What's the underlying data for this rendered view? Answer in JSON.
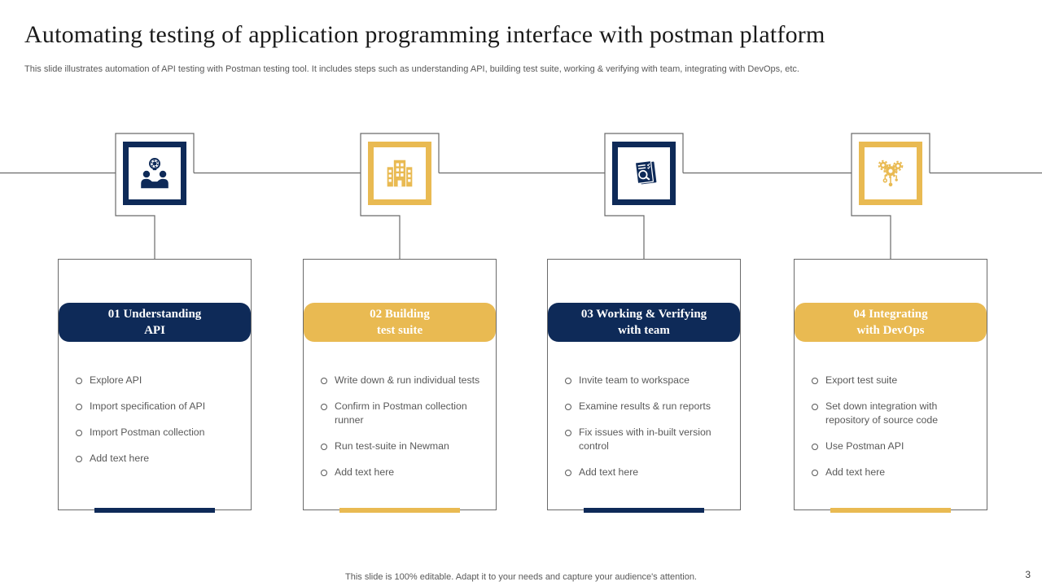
{
  "slide": {
    "title": "Automating testing of application programming interface with postman platform",
    "subtitle": "This slide illustrates automation of API testing with Postman testing tool. It includes steps such as understanding API, building test suite, working & verifying with team, integrating with DevOps, etc.",
    "footer": "This slide is 100% editable. Adapt it to your needs and capture your audience's attention.",
    "page_number": "3"
  },
  "colors": {
    "navy": "#0e2a58",
    "gold": "#e9ba52",
    "line_gray": "#6a6a6a",
    "text_gray": "#595959"
  },
  "steps": [
    {
      "icon": "partnership-idea-icon",
      "accent": "navy",
      "title_line1": "01 Understanding",
      "title_line2": "API",
      "bullets": [
        "Explore API",
        "Import specification of API",
        "Import Postman collection",
        "Add text here"
      ]
    },
    {
      "icon": "building-icon",
      "accent": "gold",
      "title_line1": "02 Building",
      "title_line2": "test suite",
      "bullets": [
        "Write down & run individual tests",
        "Confirm in Postman collection runner",
        "Run test-suite in Newman",
        "Add text here"
      ]
    },
    {
      "icon": "document-search-icon",
      "accent": "navy",
      "title_line1": "03 Working & Verifying",
      "title_line2": "with team",
      "bullets": [
        "Invite team to workspace",
        "Examine results & run reports",
        "Fix issues with in-built version control",
        "Add text here"
      ]
    },
    {
      "icon": "gears-devops-icon",
      "accent": "gold",
      "title_line1": "04 Integrating",
      "title_line2": "with DevOps",
      "bullets": [
        "Export test suite",
        "Set down integration with repository of source code",
        "Use Postman API",
        "Add text here"
      ]
    }
  ]
}
